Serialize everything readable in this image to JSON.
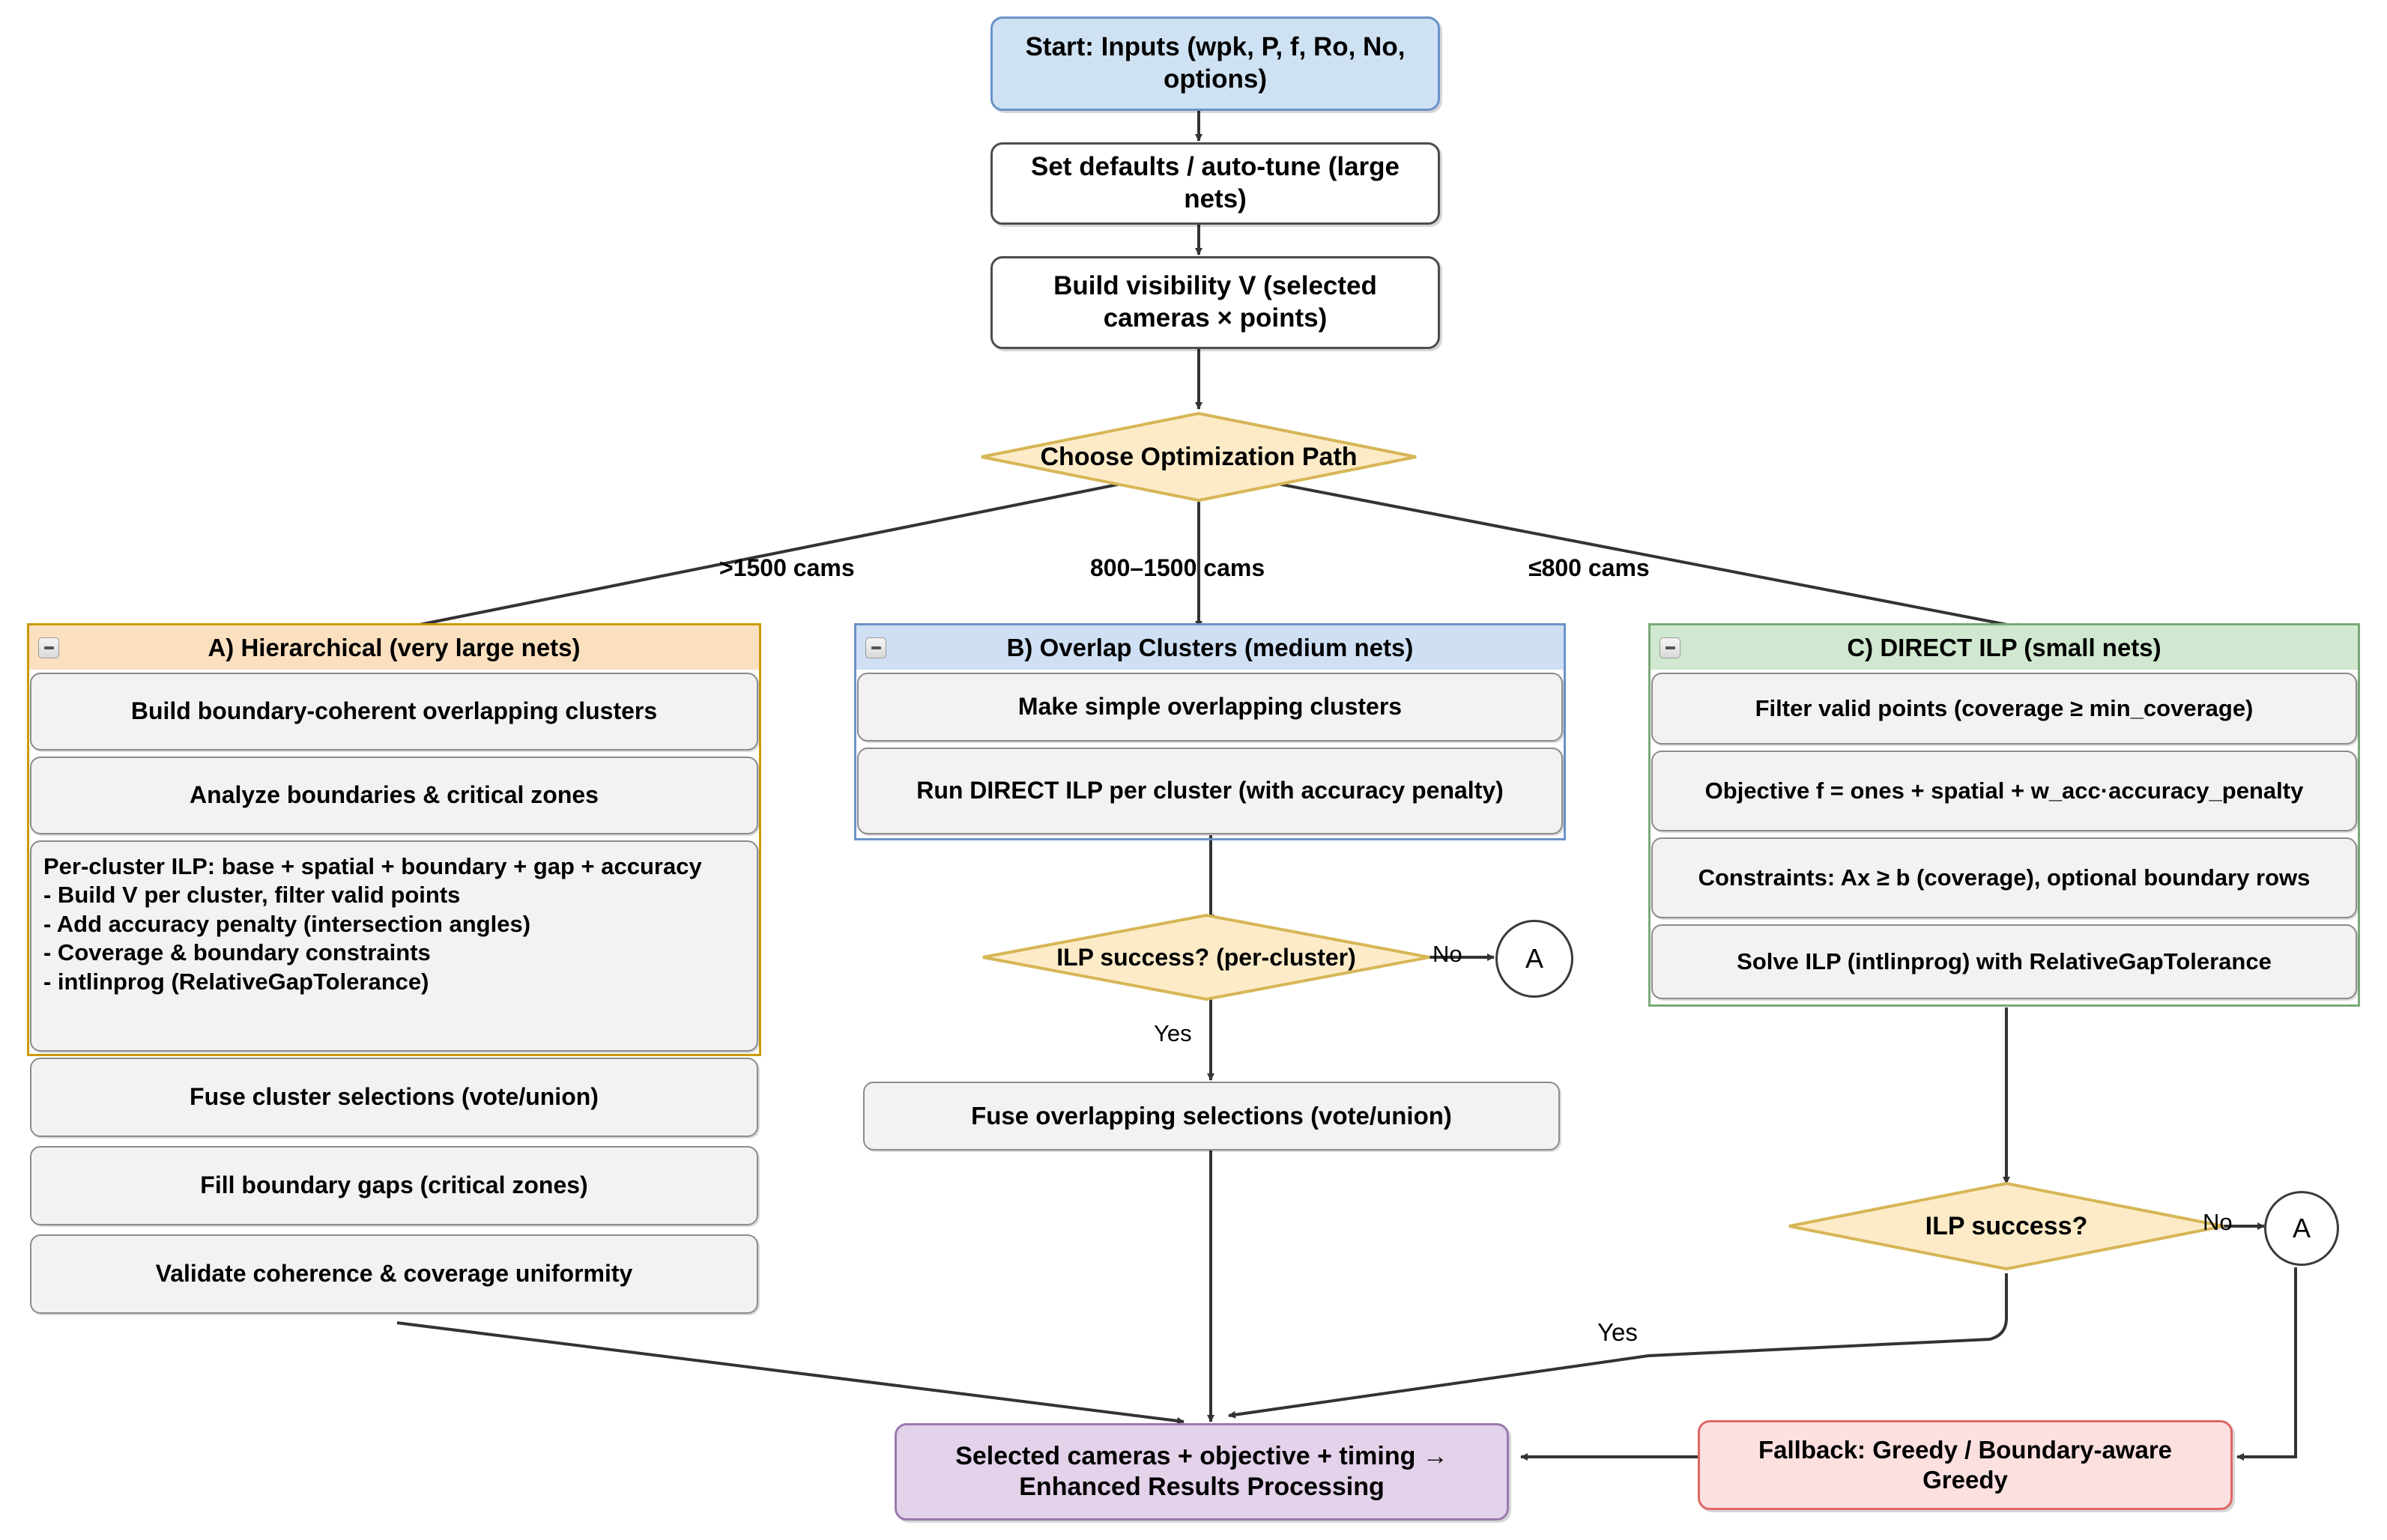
{
  "diagram": {
    "title": "Camera network optimization flowchart",
    "colors": {
      "start_fill": "#cfe2f3",
      "decision_fill": "#fdebc8",
      "decision_stroke": "#d6b656",
      "terminal_fill": "#e3d2ea",
      "fallback_fill": "#fce0e0",
      "fallback_stroke": "#e06666",
      "process_fill": "#f2f2f2",
      "group_a_header": "#fbe0c0",
      "group_a_border": "#cc9a06",
      "group_b_header": "#cfe0f5",
      "group_b_border": "#6b93c9",
      "group_c_header": "#cfe8cf",
      "group_c_border": "#7aa87a",
      "edge_stroke": "#333333"
    },
    "top_flow": {
      "start": "Start: Inputs (wpk, P, f, Ro, No, options)",
      "set_defaults": "Set defaults / auto-tune (large nets)",
      "build_visibility": "Build visibility V (selected cameras × points)",
      "choose_path": "Choose Optimization Path"
    },
    "branch_labels": {
      "left": ">1500 cams",
      "middle": "800–1500 cams",
      "right": "≤800 cams"
    },
    "group_a": {
      "header": "A) Hierarchical (very large nets)",
      "collapse_icon": "collapse-minus-icon",
      "steps": [
        "Build boundary-coherent overlapping clusters",
        "Analyze boundaries & critical zones"
      ],
      "detail_block": {
        "title": "Per-cluster ILP: base + spatial + boundary + gap + accuracy",
        "bullets": [
          "- Build V per cluster, filter valid points",
          "- Add accuracy penalty (intersection angles)",
          "- Coverage & boundary constraints",
          "- intlinprog (RelativeGapTolerance)"
        ]
      },
      "post_steps": [
        "Fuse cluster selections (vote/union)",
        "Fill boundary gaps (critical zones)",
        "Validate coherence & coverage uniformity"
      ]
    },
    "group_b": {
      "header": "B) Overlap Clusters (medium nets)",
      "collapse_icon": "collapse-minus-icon",
      "steps": [
        "Make simple overlapping clusters",
        "Run DIRECT ILP per cluster (with accuracy penalty)"
      ],
      "decision": "ILP success? (per-cluster)",
      "decision_no": "No",
      "decision_no_target": "A",
      "decision_yes": "Yes",
      "after_yes": "Fuse overlapping selections (vote/union)"
    },
    "group_c": {
      "header": "C) DIRECT ILP (small nets)",
      "collapse_icon": "collapse-minus-icon",
      "steps": [
        "Filter valid points (coverage ≥ min_coverage)",
        "Objective f = ones + spatial + w_acc·accuracy_penalty",
        "Constraints: Ax ≥ b (coverage), optional boundary rows",
        "Solve ILP (intlinprog) with RelativeGapTolerance"
      ],
      "decision": "ILP success?",
      "decision_no": "No",
      "decision_no_target": "A",
      "decision_yes": "Yes"
    },
    "bottom": {
      "result": "Selected cameras + objective + timing → Enhanced Results Processing",
      "fallback": "Fallback: Greedy / Boundary-aware Greedy"
    }
  }
}
